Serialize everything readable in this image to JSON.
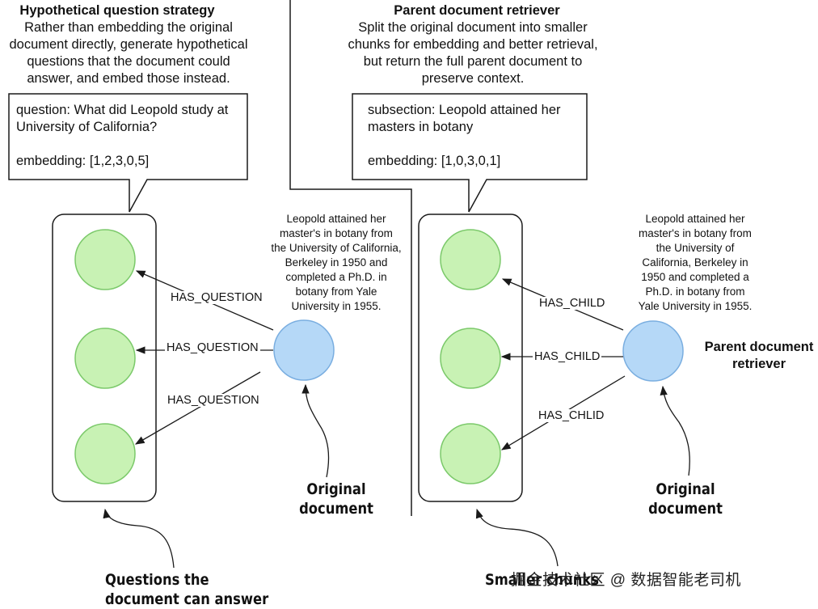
{
  "left_panel": {
    "title": "Hypothetical question strategy",
    "description": "Rather than embedding the original\ndocument directly, generate hypothetical\nquestions that the document could\nanswer, and embed those instead.",
    "callout_text": "question: What did Leopold study at\nUniversity of California?\n\nembedding: [1,2,3,0,5]",
    "source_text": "Leopold attained her\nmaster's in botany from\nthe University of California,\nBerkeley in 1950 and\ncompleted a Ph.D. in\nbotany from Yale\nUniversity in 1955.",
    "edges": [
      "HAS_QUESTION",
      "HAS_QUESTION",
      "HAS_QUESTION"
    ],
    "original_label": "Original\ndocument",
    "group_label": "Questions the\ndocument can answer"
  },
  "right_panel": {
    "title": "Parent document retriever",
    "description": "Split the original document into smaller\nchunks for embedding and better retrieval,\nbut return the full parent document to\npreserve context.",
    "callout_text": "subsection: Leopold attained her\nmasters in botany\n\nembedding: [1,0,3,0,1]",
    "source_text": "Leopold attained her\nmaster's in botany from\nthe University of\nCalifornia, Berkeley in\n1950 and completed a\nPh.D. in botany from\nYale University in 1955.",
    "edges": [
      "HAS_CHILD",
      "HAS_CHILD",
      "HAS_CHLID"
    ],
    "parent_label": "Parent document\nretriever",
    "original_label": "Original\ndocument",
    "group_label": "Smaller chunks"
  },
  "watermark": "掘金技术社区 @ 数据智能老司机",
  "colors": {
    "child_node_fill": "#c8f2b4",
    "child_node_stroke": "#7bc96a",
    "parent_node_fill": "#b5d8f7",
    "parent_node_stroke": "#7aaee0",
    "line": "#1a1a1a"
  }
}
